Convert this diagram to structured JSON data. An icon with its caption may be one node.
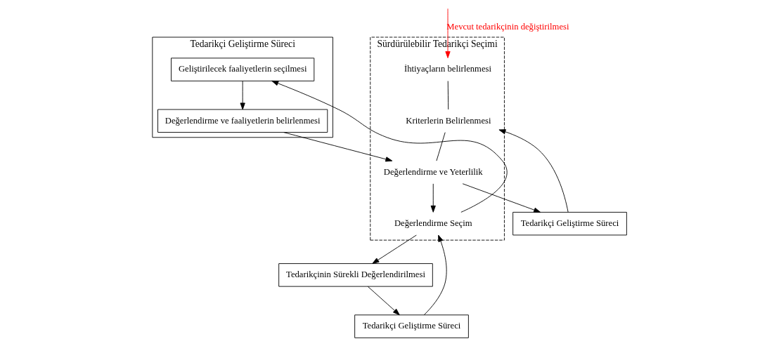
{
  "diagram": {
    "nodes": [
      {
        "text": [
          "Tedarikçi Geliştirme Süreci"
        ]
      },
      {
        "text": [
          "Değerlendirme ve faaliyetlerin belirlenmesi"
        ],
        "in": 0
      },
      {
        "text": [
          "Geliştirilecek faaliyetlerin seçilmesi"
        ],
        "in": 0
      },
      {
        "text": [
          "Sürdürülebilir Tedarikçi Seçimi"
        ]
      },
      {
        "text": [
          "İhtiyaçların belirlenmesi"
        ],
        "in": 3
      },
      {
        "text": [
          "Kriterlerin Belirlenmesi"
        ],
        "in": 3
      },
      {
        "text": [
          "Değerlendirme ve Yeterlilik"
        ],
        "in": 3
      },
      {
        "text": [
          "Değerlendirme Seçim"
        ],
        "in": 3
      },
      {
        "text": [
          "Tedarikçinin Sürekli Değerlendirilmesi"
        ]
      },
      {
        "text": [
          "Tedarikçi Geliştirme Süreci"
        ]
      },
      {
        "text": [
          "Tedarikçi Geliştirme Süreci"
        ]
      }
    ],
    "edges": [
      {
        "from": 2,
        "to": 1,
        "arrow": "to"
      },
      {
        "from": 1,
        "to": 6,
        "arrow": "to"
      },
      {
        "from": 4,
        "to": 5,
        "arrow": "none"
      },
      {
        "from": 5,
        "to": 6,
        "arrow": "none"
      },
      {
        "from": 6,
        "to": 7,
        "arrow": "to"
      },
      {
        "from": 7,
        "to": 8,
        "arrow": "to"
      },
      {
        "from": 7,
        "to": 2,
        "arrow": "to"
      },
      {
        "from": 9,
        "to": 5,
        "arrow": "to"
      },
      {
        "from": 6,
        "to": 9,
        "arrow": "to"
      },
      {
        "from": 10,
        "to": 7,
        "arrow": "to"
      },
      {
        "from": 8,
        "to": 10,
        "arrow": "to"
      },
      {
        "from": null,
        "to": 4,
        "arrow": "to",
        "label": "Mevcut tedarikçinin değiştirilmesi",
        "color": "#ff0000"
      }
    ]
  }
}
